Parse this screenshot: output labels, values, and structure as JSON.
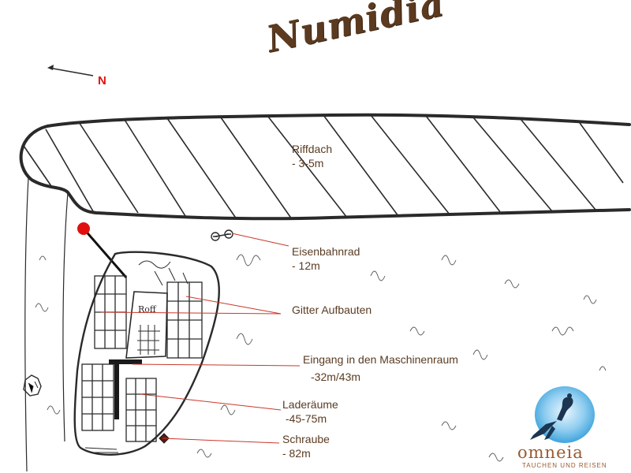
{
  "title": "Numidia",
  "compass": {
    "label": "N",
    "icon": "north-arrow-icon"
  },
  "labels": [
    {
      "id": "riffdach",
      "name": "Riffdach",
      "depth": "- 3-5m"
    },
    {
      "id": "eisenbahnrad",
      "name": "Eisenbahnrad",
      "depth": "- 12m"
    },
    {
      "id": "gitter",
      "name": "Gitter Aufbauten"
    },
    {
      "id": "eingang",
      "name": "Eingang in den Maschinenraum",
      "depth": "-32m/43m"
    },
    {
      "id": "laderaeume",
      "name": "Laderäume",
      "depth": "-45-75m"
    },
    {
      "id": "schraube",
      "name": "Schraube",
      "depth": "- 82m"
    }
  ],
  "wreck_marking": "Roff",
  "logo": {
    "name": "omneia",
    "tagline": "TAUCHEN UND REISEN"
  },
  "colors": {
    "ink": "#2a2a2a",
    "label_text": "#5a3b22",
    "leader_line": "#c83a2a",
    "buoy": "#e01010",
    "title": "#5b3a20",
    "logo_blue": "#3fa4dc",
    "logo_text": "#9a5a30"
  }
}
